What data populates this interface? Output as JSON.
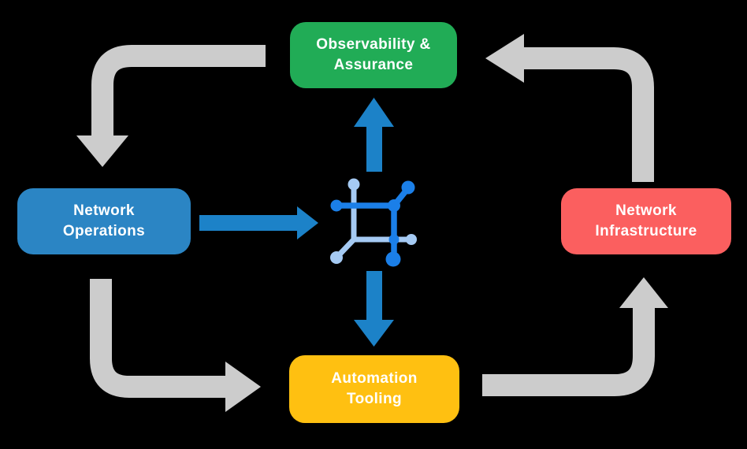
{
  "background": "#000000",
  "text_color": "#FFFFFF",
  "boxes": {
    "observability": {
      "line1": "Observability &",
      "line2": "Assurance",
      "color": "#21AC56"
    },
    "operations": {
      "line1": "Network",
      "line2": "Operations",
      "color": "#2B85C4"
    },
    "infrastructure": {
      "line1": "Network",
      "line2": "Infrastructure",
      "color": "#FB5F5F"
    },
    "automation": {
      "line1": "Automation",
      "line2": "Tooling",
      "color": "#FFC011"
    }
  },
  "arrows": {
    "cycle_color": "#CCCCCC",
    "hub_color": "#1C82C8",
    "edges": [
      {
        "from": "observability",
        "to": "operations",
        "style": "gray-elbow"
      },
      {
        "from": "operations",
        "to": "automation",
        "style": "gray-elbow"
      },
      {
        "from": "automation",
        "to": "infrastructure",
        "style": "gray-elbow"
      },
      {
        "from": "infrastructure",
        "to": "observability",
        "style": "gray-elbow"
      },
      {
        "from": "operations",
        "to": "hub-icon",
        "style": "blue-straight"
      },
      {
        "from": "hub-icon",
        "to": "observability",
        "style": "blue-straight"
      },
      {
        "from": "hub-icon",
        "to": "automation",
        "style": "blue-straight"
      }
    ]
  },
  "icon": {
    "name": "network-automation-hub-icon",
    "dark_color": "#1B7FE8",
    "light_color": "#A5CAF3"
  }
}
